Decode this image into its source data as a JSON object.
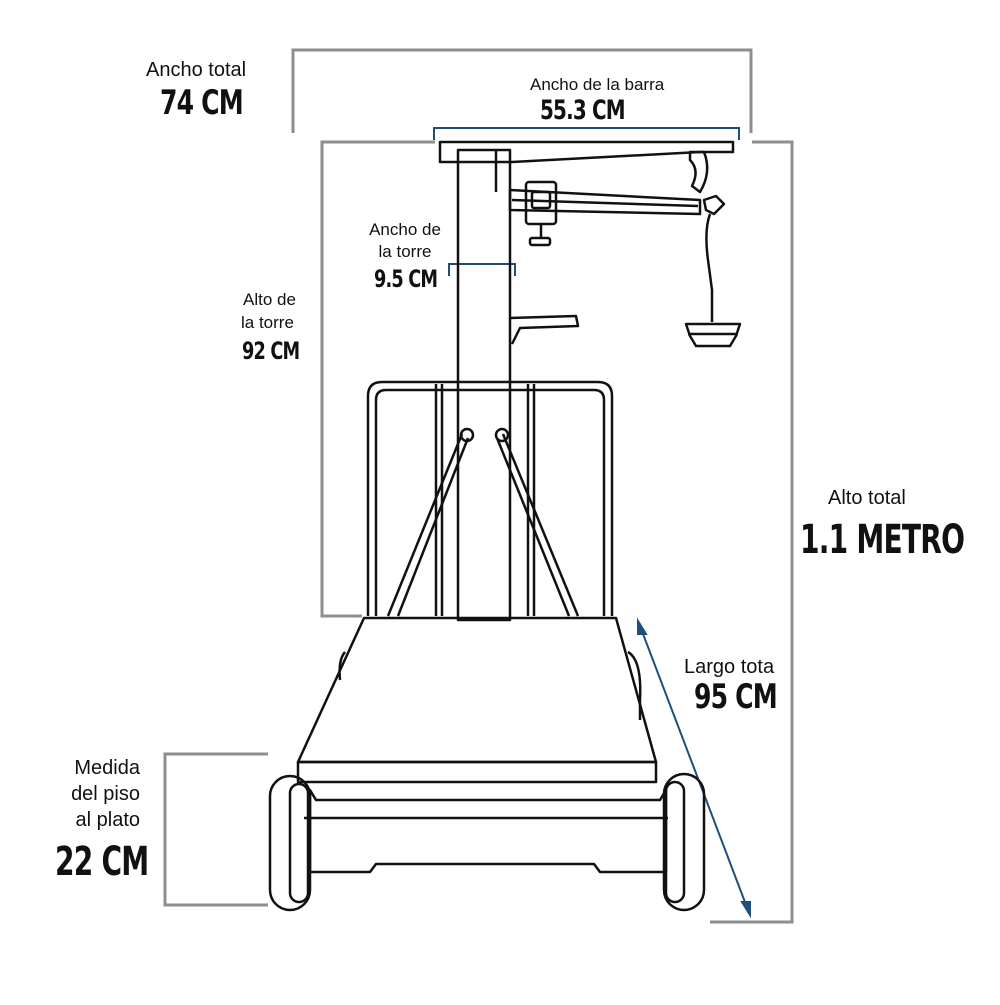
{
  "colors": {
    "bracket": "#8e8e8e",
    "measure": "#1f4e7a",
    "outline": "#111111",
    "text": "#111111"
  },
  "labels": {
    "ancho_total": {
      "title": "Ancho total",
      "value": "74 CM"
    },
    "ancho_barra": {
      "title": "Ancho de la barra",
      "value": "55.3 CM"
    },
    "ancho_torre": {
      "title_line1": "Ancho de",
      "title_line2": "la torre",
      "value": "9.5 CM"
    },
    "alto_torre": {
      "title_line1": "Alto de",
      "title_line2": "la torre",
      "value": "92 CM"
    },
    "alto_total": {
      "title": "Alto total",
      "value": "1.1 METRO"
    },
    "largo_total": {
      "title": "Largo tota",
      "value": "95 CM"
    },
    "piso_plato": {
      "title_line1": "Medida",
      "title_line2": "del piso",
      "title_line3": "al plato",
      "value": "22 CM"
    }
  }
}
